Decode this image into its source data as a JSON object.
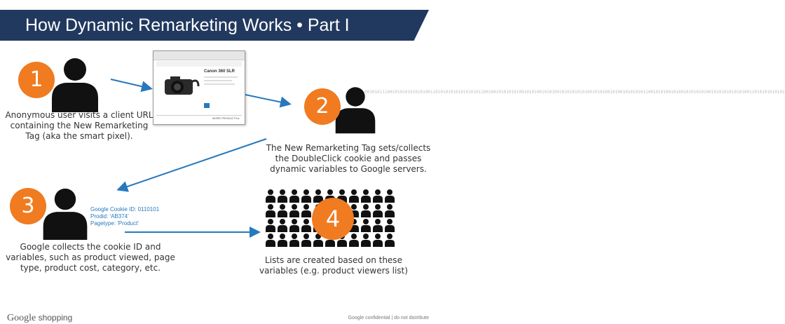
{
  "title": "How Dynamic Remarketing Works • Part I",
  "steps": [
    {
      "number": "1",
      "text_lines": [
        "Anonymous user visits a client URL",
        "containing the New Remarketing",
        "Tag (aka the smart pixel)."
      ]
    },
    {
      "number": "2",
      "text_lines": [
        "The New Remarketing Tag sets/collects",
        "the DoubleClick cookie and passes",
        "dynamic variables to Google servers."
      ]
    },
    {
      "number": "3",
      "text_lines": [
        "Google collects the cookie ID and",
        "variables, such as product viewed, page",
        "type, product cost, category, etc."
      ]
    },
    {
      "number": "4",
      "text_lines": [
        "Lists are created based on these",
        "variables (e.g. product viewers list)"
      ]
    }
  ],
  "cookie_info": [
    "Google Cookie ID: 0110101",
    "Prodid: 'AB374'",
    "Pagetype: 'Product'"
  ],
  "website_mockup": {
    "product_title": "Canon 360 SLR",
    "more_link": "MORE PRODUCTS ▸"
  },
  "binary_text": "0010101110010101010101010011010101010101010101100100101010101001010100101010010101010101001010100101001010101011001010100101001010101010010101010101010011010101010101",
  "footer": {
    "logo_g": "Google",
    "logo_shopping": "shopping",
    "confidential": "Google confidential | do not distribute"
  },
  "colors": {
    "banner": "#21395f",
    "accent_orange": "#f07b20",
    "arrow_blue": "#2779bd",
    "person": "#111111"
  }
}
